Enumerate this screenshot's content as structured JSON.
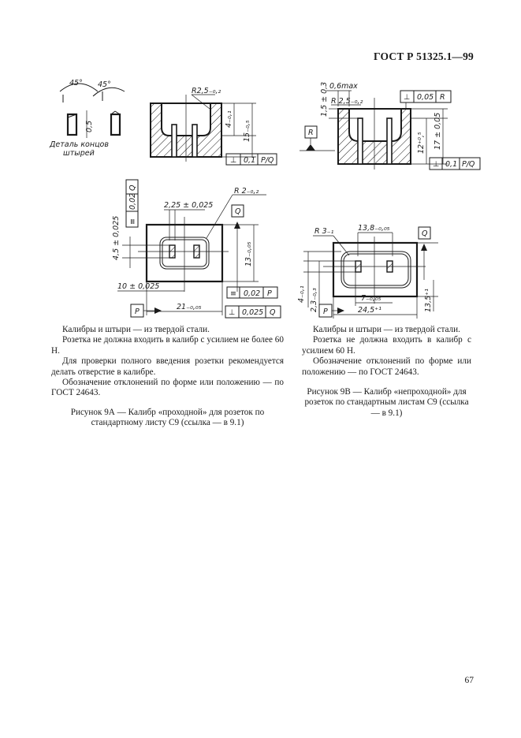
{
  "header": {
    "standard": "ГОСТ Р 51325.1—99"
  },
  "page_number": "67",
  "left_text": {
    "paragraphs": [
      "Калибры и штыри — из твердой стали.",
      "Розетка не должна входить в калибр с усилием не более 60 Н.",
      "Для проверки полного введения розетки рекомендуется делать отверстие в калибре.",
      "Обозначение отклонений по форме или положению — по ГОСТ 24643."
    ],
    "caption": "Рисунок 9А — Калибр «проходной» для розеток по стандартному листу С9 (ссылка — в 9.1)"
  },
  "right_text": {
    "paragraphs": [
      "Калибры и штыри — из твердой стали.",
      "Розетка не должна входить в калибр с усилием 60 Н.",
      "Обозначение отклонений по форме или положению — по ГОСТ 24643."
    ],
    "caption": "Рисунок 9В — Калибр «непроходной» для розеток по стандартным листам С9 (ссылка — в 9.1)"
  },
  "drawing_9a": {
    "detail_title": "Деталь концов",
    "detail_subtitle": "штырей",
    "angle_left": "45°",
    "angle_right": "45°",
    "dim_05": "0,5",
    "radius_top": "R2,5₋₀,₂",
    "dim_4": "4₋₀,₁",
    "dim_15": "15₋₀,₅",
    "tol_perp": "⊥",
    "tol_perp_value": "0,1",
    "tol_perp_datum": "P/Q",
    "tol_sym_datum": "Q",
    "tol_sym_value": "0,02",
    "tol_sym_symbol": "≡",
    "dim_2_25": "2,25 ± 0,025",
    "radius_plan": "R 2₋₀,₂",
    "datum_q": "Q",
    "dim_4_5": "4,5 ± 0,025",
    "dim_13": "13₋₀,₀₅",
    "dim_10": "10 ± 0,025",
    "tol_sym2_value": "0,02",
    "tol_sym2_datum": "P",
    "dim_21": "21₋₀,₀₅",
    "datum_p": "P",
    "tol_perp2_value": "0,025",
    "tol_perp2_datum": "Q"
  },
  "drawing_9b": {
    "dim_06max": "0,6max",
    "dim_1_5": "1,5 ± 0,3",
    "radius_top": "R 2,5₋₀,₂",
    "tol_top_value": "0,05",
    "tol_top_datum": "R",
    "datum_r": "R",
    "dim_12": "12⁺⁰,⁵",
    "dim_17": "17 ± 0,05",
    "tol_bottom_value": "0,1",
    "tol_bottom_datum": "P/Q",
    "dim_13_8": "13,8₋₀,₀₅",
    "radius_plan": "R 3₋₁",
    "datum_q": "Q",
    "dim_4": "4₋₀,₁",
    "dim_2_3": "2,3₋₀,₃",
    "dim_7": "7₋₀,₀₅",
    "dim_24_5": "24,5⁺¹",
    "dim_13_5": "13,5⁺¹",
    "datum_p": "P"
  }
}
